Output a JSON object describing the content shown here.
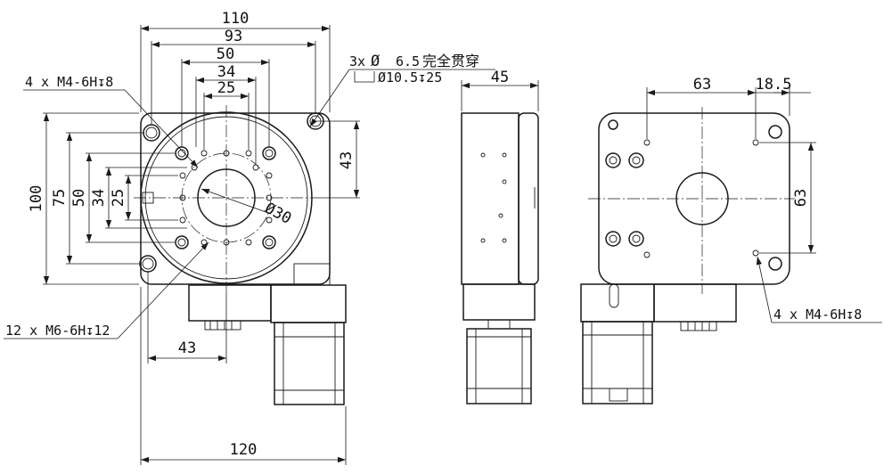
{
  "front_view": {
    "dim_width_total": "110",
    "dim_93": "93",
    "dim_50": "50",
    "dim_34": "34",
    "dim_25": "25",
    "dim_height_total": "100",
    "dim_75": "75",
    "dim_v50": "50",
    "dim_v34": "34",
    "dim_v25": "25",
    "dim_43_right": "43",
    "dim_43_bottom": "43",
    "dim_120": "120",
    "dim_bore": "Ø30",
    "callout_m4": "4 x M4-6H↧8",
    "callout_m6": "12 x M6-6H↧12",
    "callout_through_prefix": "3x",
    "callout_through_symbol": "Ø",
    "callout_through_value": "6.5",
    "callout_through_text": "完全贯穿",
    "callout_cbore": "Ø10.5↧25"
  },
  "side_view": {
    "dim_45": "45"
  },
  "rear_view": {
    "dim_63_h": "63",
    "dim_18_5": "18.5",
    "dim_63_v": "63",
    "callout_m4": "4 x M4-6H↧8"
  }
}
